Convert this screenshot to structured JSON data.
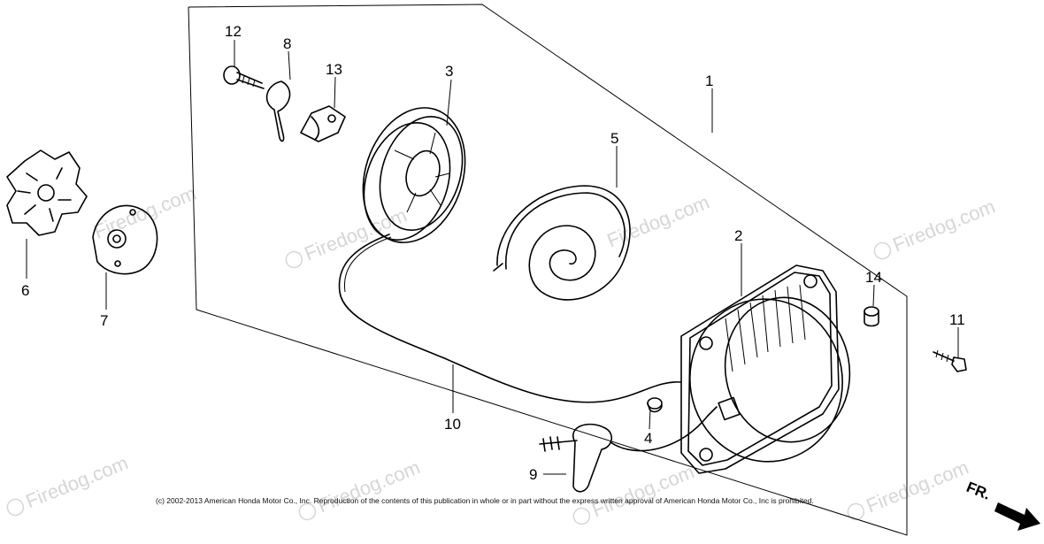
{
  "diagram": {
    "watermark_text": "Firedog.com",
    "watermark_mark": "©",
    "copyright": "(c) 2002-2013 American Honda Motor Co., Inc. Reproduction of the contents of this publication in whole or in part without the express written approval of American Honda Motor Co., Inc is prohibited.",
    "direction_label": "FR.",
    "callouts": {
      "c1": "1",
      "c2": "2",
      "c3": "3",
      "c4": "4",
      "c5": "5",
      "c6": "6",
      "c7": "7",
      "c8": "8",
      "c9": "9",
      "c10": "10",
      "c11": "11",
      "c12": "12",
      "c13": "13",
      "c14": "14"
    }
  }
}
